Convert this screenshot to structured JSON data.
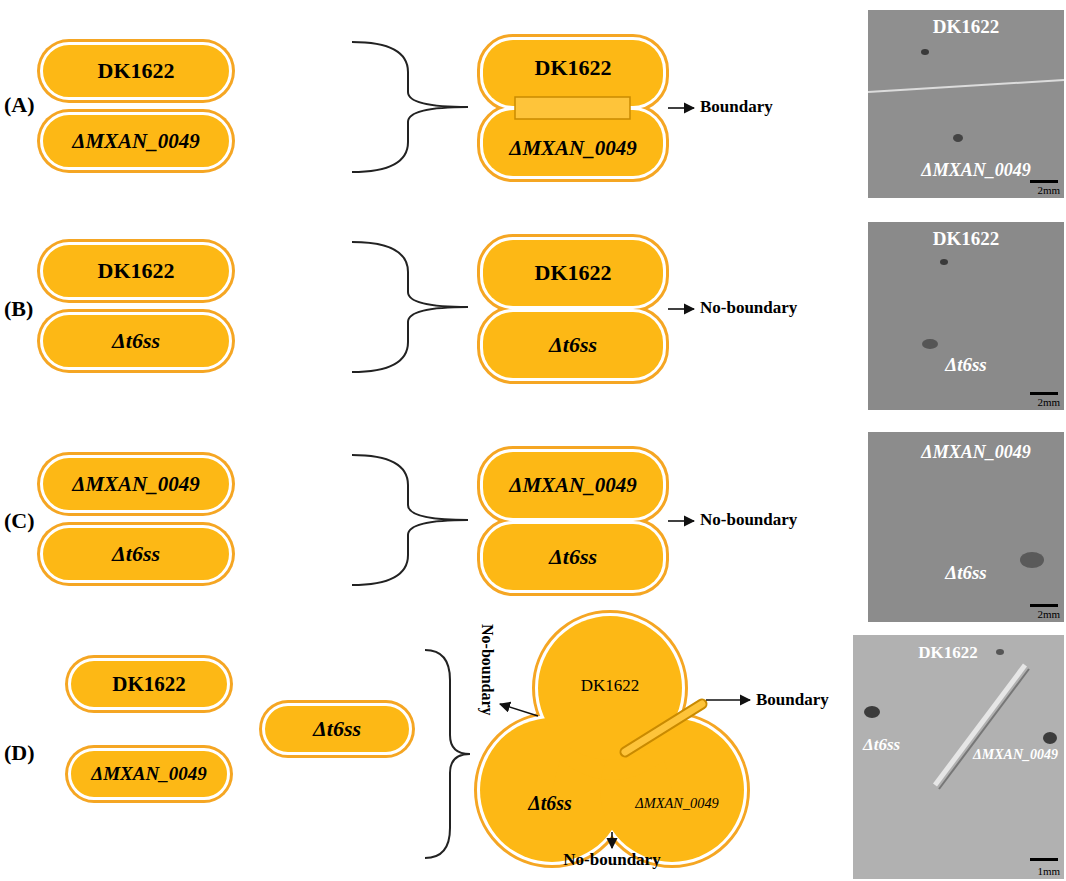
{
  "diagram": {
    "nodes": [
      {
        "text": [
          "DK1622"
        ]
      },
      {
        "text": [
          "ΔMXAN_0049"
        ]
      },
      {
        "text": [
          "DK1622"
        ]
      },
      {
        "text": [
          "ΔMXAN_0049"
        ]
      },
      {
        "text": [
          "DK1622",
          "ΔMXAN_0049",
          "2mm"
        ]
      },
      {
        "text": [
          "DK1622"
        ]
      },
      {
        "text": [
          "Δt6ss"
        ]
      },
      {
        "text": [
          "DK1622"
        ]
      },
      {
        "text": [
          "Δt6ss"
        ]
      },
      {
        "text": [
          "DK1622",
          "Δt6ss",
          "2mm"
        ]
      },
      {
        "text": [
          "ΔMXAN_0049"
        ]
      },
      {
        "text": [
          "Δt6ss"
        ]
      },
      {
        "text": [
          "ΔMXAN_0049"
        ]
      },
      {
        "text": [
          "Δt6ss"
        ]
      },
      {
        "text": [
          "ΔMXAN_0049",
          "Δt6ss",
          "2mm"
        ]
      },
      {
        "text": [
          "DK1622"
        ]
      },
      {
        "text": [
          "Δt6ss"
        ]
      },
      {
        "text": [
          "ΔMXAN_0049"
        ]
      },
      {
        "text": [
          "DK1622"
        ]
      },
      {
        "text": [
          "Δt6ss"
        ]
      },
      {
        "text": [
          "ΔMXAN_0049"
        ]
      },
      {
        "text": [
          "DK1622",
          "Δt6ss",
          "ΔMXAN_0049",
          "1mm"
        ]
      }
    ],
    "labels": [
      "(A)",
      "Boundary",
      "(B)",
      "No-boundary",
      "(C)",
      "No-boundary",
      "(D)",
      "No-boundary",
      "Boundary",
      "No-boundary"
    ]
  }
}
